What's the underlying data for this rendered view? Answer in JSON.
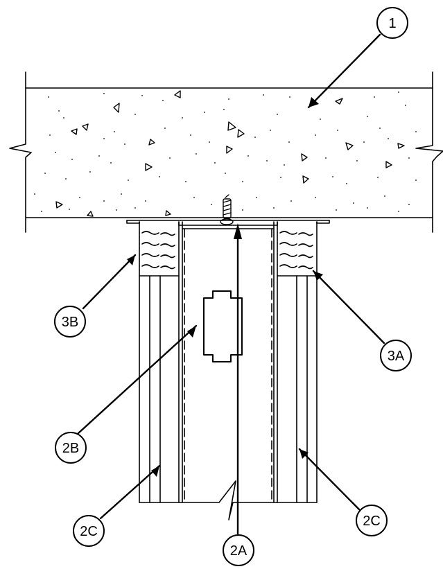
{
  "callouts": {
    "c1": "1",
    "c2a": "2A",
    "c2b": "2B",
    "c2c_left": "2C",
    "c2c_right": "2C",
    "c3a": "3A",
    "c3b": "3B"
  },
  "colors": {
    "line": "#000000",
    "background": "#ffffff"
  }
}
